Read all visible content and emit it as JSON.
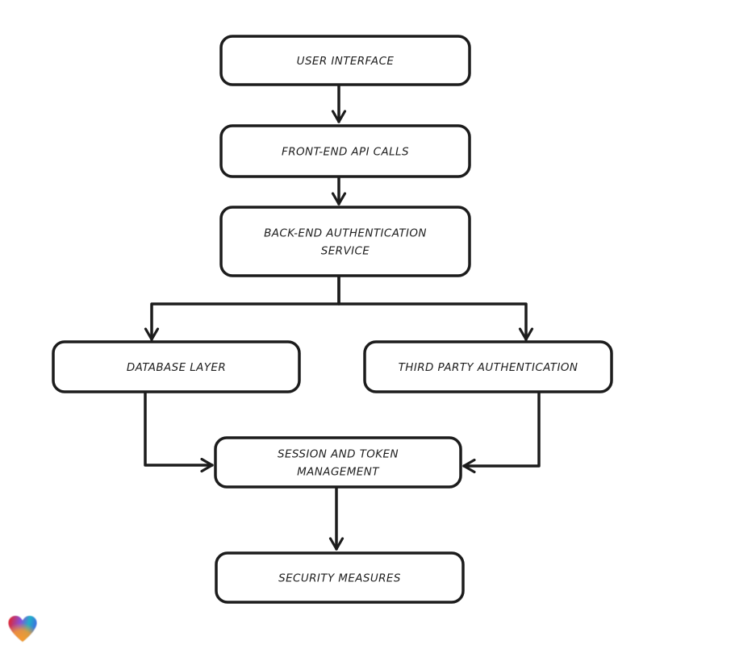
{
  "page": {
    "background_color": "#ffffff"
  },
  "diagram": {
    "type": "flowchart",
    "stroke_color": "#1c1c1c",
    "box_fill_color": "#ffffff",
    "text_color": "#1e1e1e",
    "nodes": [
      {
        "id": "user-interface",
        "lines": [
          "USER INTERFACE"
        ]
      },
      {
        "id": "front-end-api-calls",
        "lines": [
          "FRONT-END API CALLS"
        ]
      },
      {
        "id": "back-end-authentication-service",
        "lines": [
          "BACK-END AUTHENTICATION",
          "SERVICE"
        ]
      },
      {
        "id": "database-layer",
        "lines": [
          "DATABASE LAYER"
        ]
      },
      {
        "id": "third-party-authentication",
        "lines": [
          "THIRD PARTY AUTHENTICATION"
        ]
      },
      {
        "id": "session-and-token-management",
        "lines": [
          "SESSION AND TOKEN",
          "MANAGEMENT"
        ]
      },
      {
        "id": "security-measures",
        "lines": [
          "SECURITY MEASURES"
        ]
      }
    ],
    "edges": [
      {
        "from": "user-interface",
        "to": "front-end-api-calls"
      },
      {
        "from": "front-end-api-calls",
        "to": "back-end-authentication-service"
      },
      {
        "from": "back-end-authentication-service",
        "to": "database-layer"
      },
      {
        "from": "back-end-authentication-service",
        "to": "third-party-authentication"
      },
      {
        "from": "database-layer",
        "to": "session-and-token-management"
      },
      {
        "from": "third-party-authentication",
        "to": "session-and-token-management"
      },
      {
        "from": "session-and-token-management",
        "to": "security-measures"
      }
    ]
  },
  "footer": {
    "logo_name": "lovable-heart-logo",
    "logo_colors": {
      "red": "#e42528",
      "purple": "#8a4fd8",
      "teal": "#1fb0c8",
      "blue": "#3f6ae0",
      "orange": "#f8992b"
    }
  }
}
